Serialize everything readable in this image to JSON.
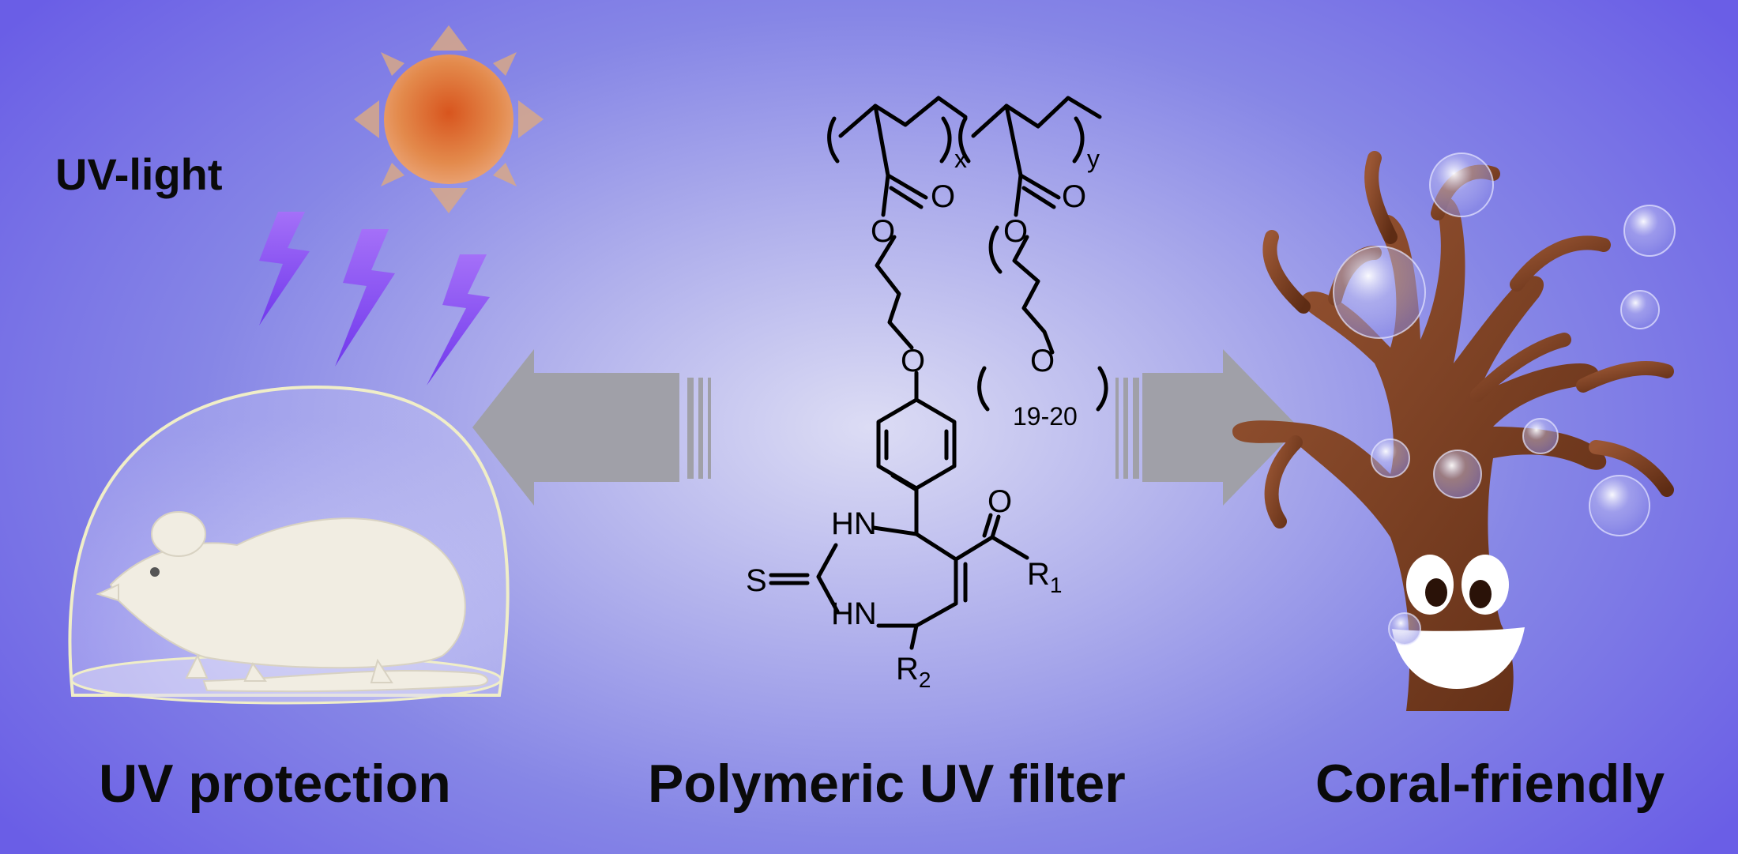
{
  "labels": {
    "uv_light": "UV-light",
    "left_caption": "UV protection",
    "center_caption": "Polymeric UV filter",
    "right_caption": "Coral-friendly"
  },
  "structure": {
    "subscript_x": "x",
    "subscript_y": "y",
    "subscript_peg": "19-20",
    "atom_o": "O",
    "atom_s": "S",
    "atom_nh": "HN",
    "r1_letter": "R",
    "r1_index": "1",
    "r2_letter": "R",
    "r2_index": "2"
  },
  "icons": [
    "sun-icon",
    "lightning-bolt-icon",
    "mouse-illustration",
    "glass-dome-icon",
    "arrow-left-icon",
    "arrow-right-icon",
    "coral-mascot-illustration",
    "bubble-icon"
  ],
  "colors": {
    "background_edge": "#6a5ee6",
    "background_center": "#dcdcf4",
    "bolt": "#8a4cf4",
    "sun": "#e07a30",
    "arrow": "#a0a0a8",
    "coral": "#7a3f22"
  }
}
